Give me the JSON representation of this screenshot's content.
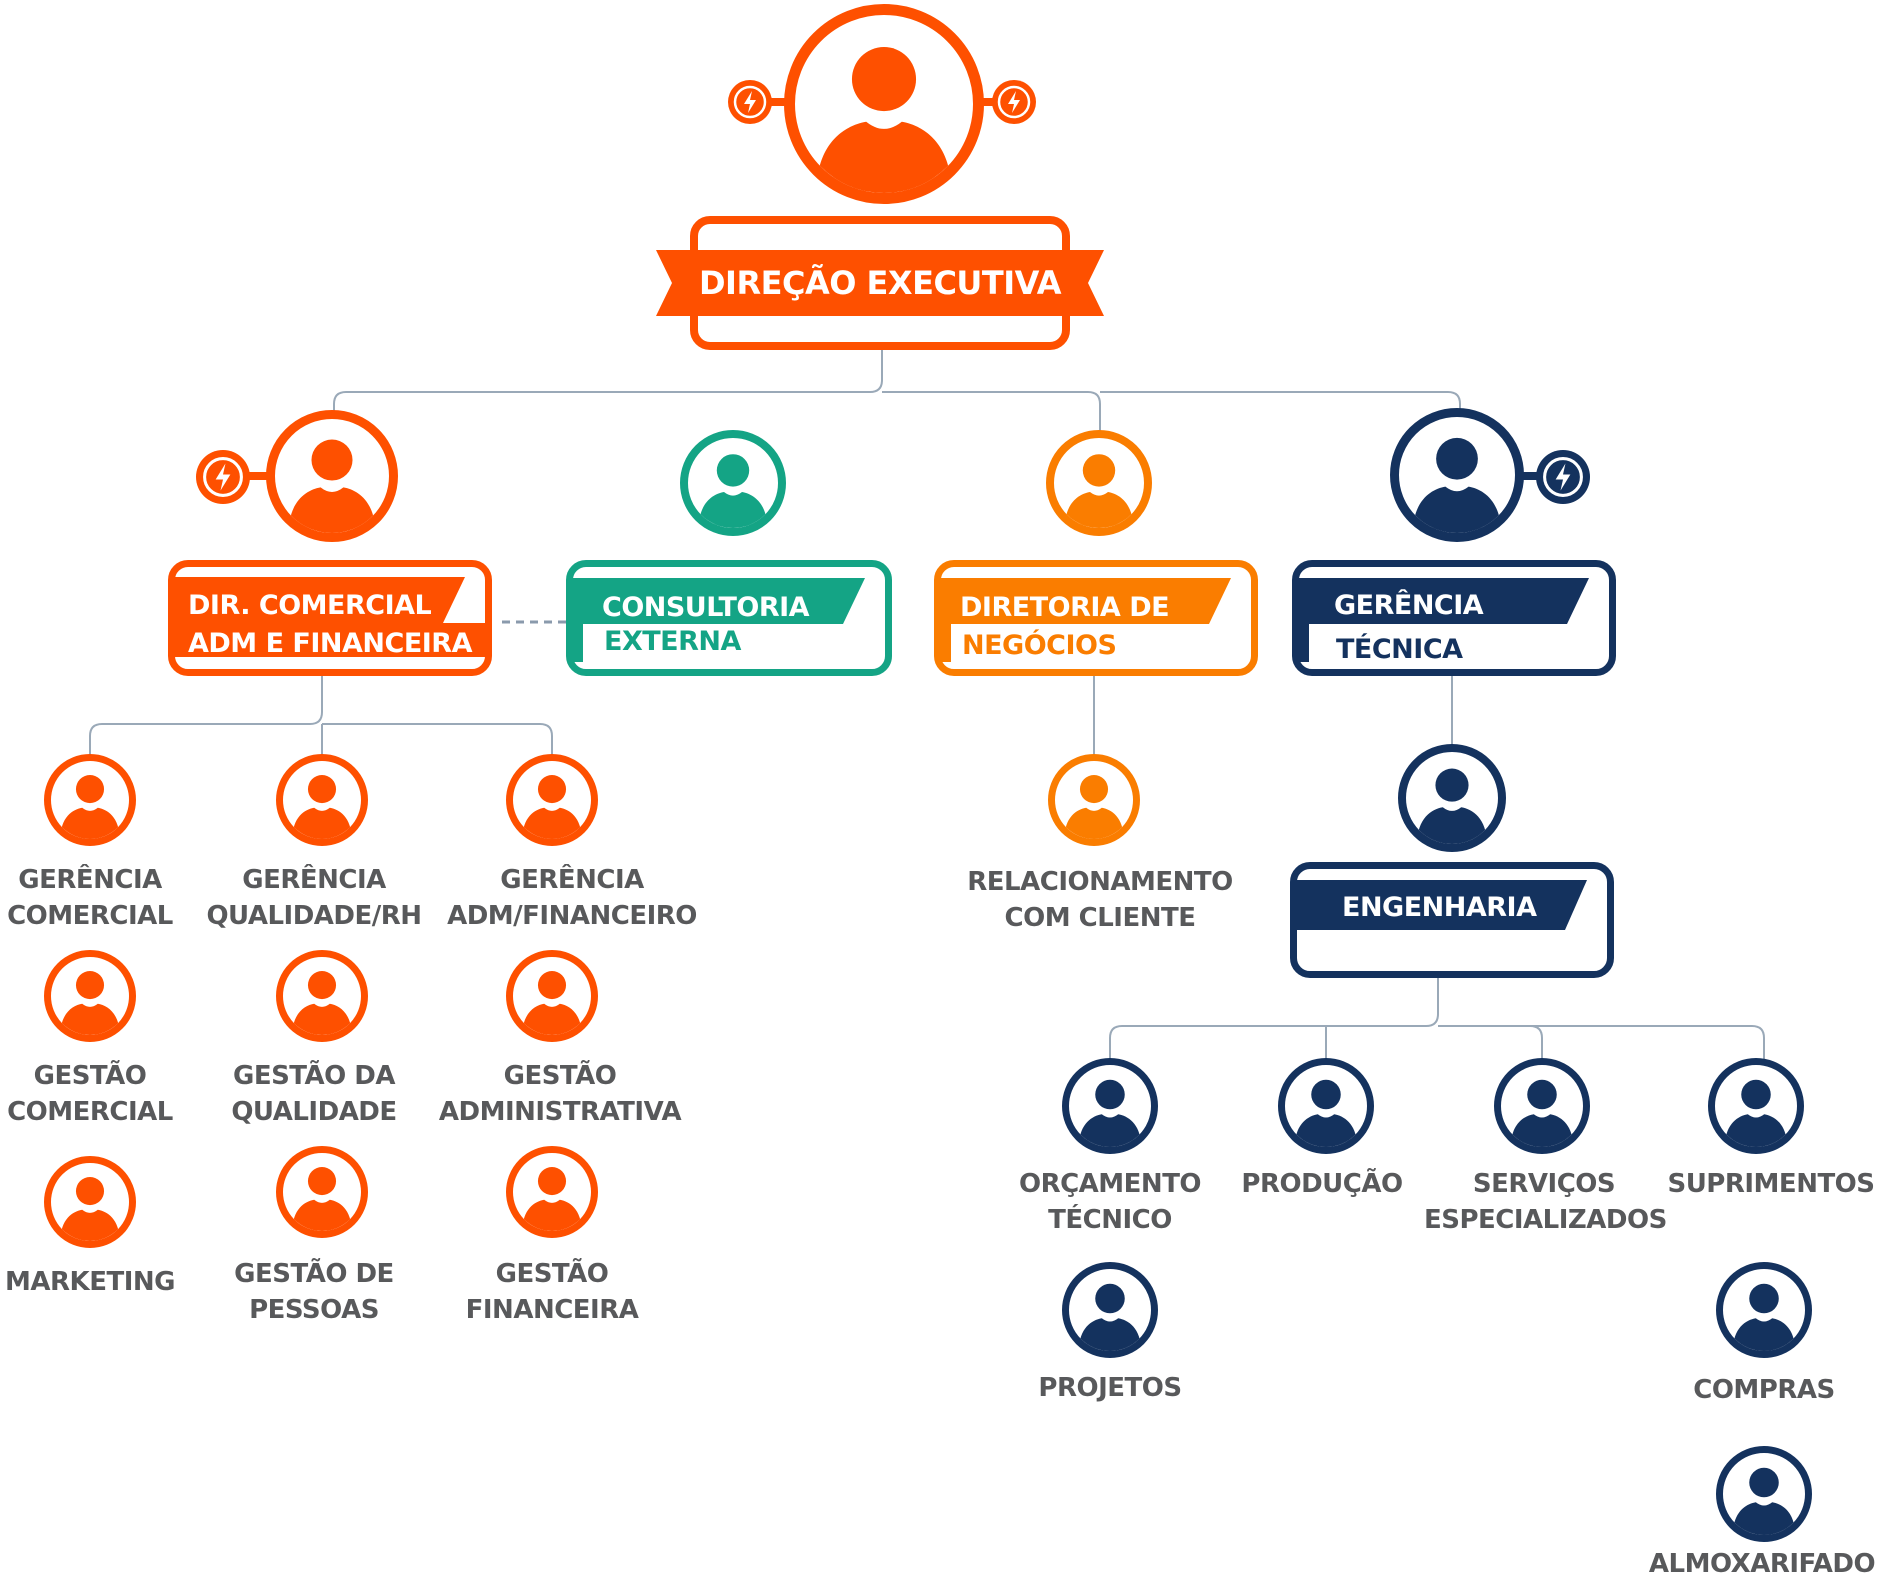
{
  "colors": {
    "orange": "#fe5000",
    "green": "#14a485",
    "amber": "#fa7d00",
    "navy": "#14325e",
    "text": "#58595b",
    "line": "#9aa9b8"
  },
  "icons": {
    "person": "person-icon",
    "bolt": "lightning-bolt-icon"
  },
  "top": {
    "title": "DIREÇÃO EXECUTIVA"
  },
  "dir_comercial": {
    "line1": "DIR. COMERCIAL",
    "line2": "ADM E FINANCEIRA"
  },
  "consultoria": {
    "line1": "CONSULTORIA",
    "line2": "EXTERNA"
  },
  "diretoria_negocios": {
    "line1": "DIRETORIA DE",
    "line2": "NEGÓCIOS"
  },
  "gerencia_tecnica": {
    "line1": "GERÊNCIA",
    "line2": "TÉCNICA"
  },
  "engenharia": {
    "title": "ENGENHARIA"
  },
  "comercial_units": [
    {
      "line1": "GERÊNCIA",
      "line2": "COMERCIAL"
    },
    {
      "line1": "GERÊNCIA",
      "line2": "QUALIDADE/RH"
    },
    {
      "line1": "GERÊNCIA",
      "line2": "ADM/FINANCEIRO"
    },
    {
      "line1": "GESTÃO",
      "line2": "COMERCIAL"
    },
    {
      "line1": "GESTÃO DA",
      "line2": "QUALIDADE"
    },
    {
      "line1": "GESTÃO",
      "line2": "ADMINISTRATIVA"
    },
    {
      "line1": "MARKETING",
      "line2": ""
    },
    {
      "line1": "GESTÃO DE",
      "line2": "PESSOAS"
    },
    {
      "line1": "GESTÃO",
      "line2": "FINANCEIRA"
    }
  ],
  "relacionamento": {
    "line1": "RELACIONAMENTO",
    "line2": "COM CLIENTE"
  },
  "engenharia_units": [
    {
      "line1": "ORÇAMENTO",
      "line2": "TÉCNICO"
    },
    {
      "line1": "PRODUÇÃO",
      "line2": ""
    },
    {
      "line1": "SERVIÇOS",
      "line2": "ESPECIALIZADOS"
    },
    {
      "line1": "SUPRIMENTOS",
      "line2": ""
    },
    {
      "line1": "PROJETOS",
      "line2": ""
    },
    {
      "line1": "COMPRAS",
      "line2": ""
    },
    {
      "line1": "ALMOXARIFADO",
      "line2": ""
    }
  ]
}
